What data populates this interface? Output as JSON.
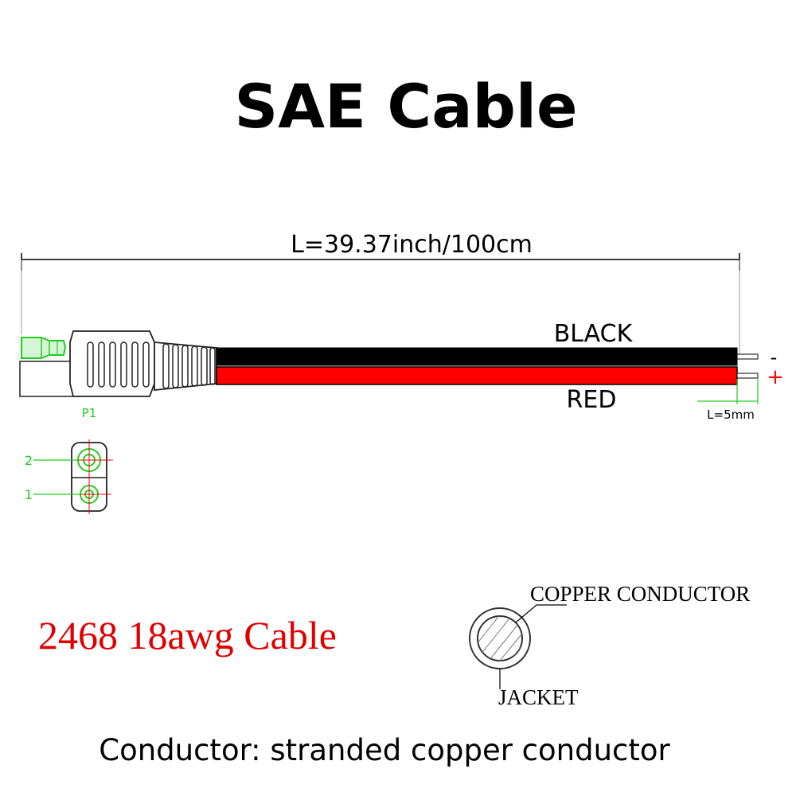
{
  "title": "SAE Cable",
  "length_label": "L=39.37inch/100cm",
  "wires": {
    "black": {
      "label": "BLACK",
      "polarity": "-",
      "color": "#000000"
    },
    "red": {
      "label": "RED",
      "polarity": "+",
      "color": "#ff0000"
    }
  },
  "strip_label": "L=5mm",
  "pinout": {
    "title": "P1",
    "pins": [
      "2",
      "1"
    ],
    "color": "#22cc22"
  },
  "cable_spec": {
    "text": "2468 18awg Cable",
    "color": "#e00000"
  },
  "cross_section": {
    "conductor_label": "COPPER CONDUCTOR",
    "jacket_label": "JACKET"
  },
  "footer": "Conductor: stranded copper conductor",
  "colors": {
    "accent_green": "#22cc22",
    "red": "#ff0000",
    "black": "#000000",
    "gray": "#777777"
  }
}
